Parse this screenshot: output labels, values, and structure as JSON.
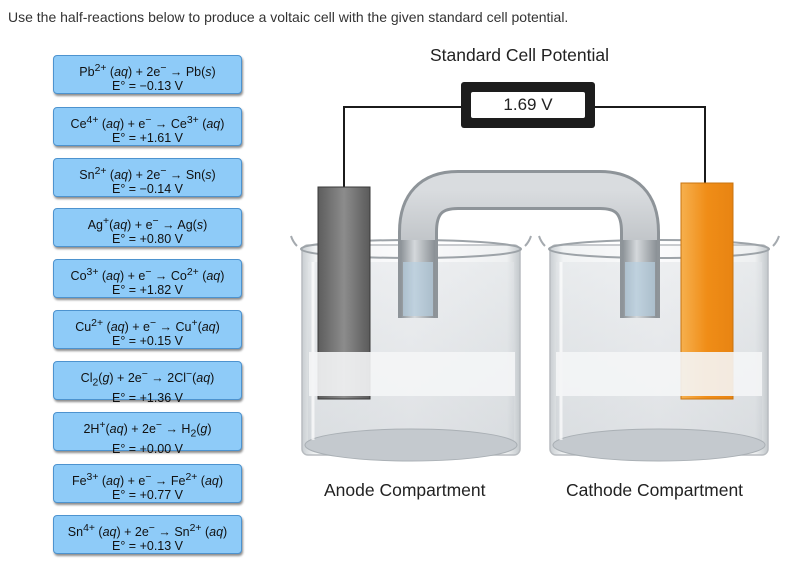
{
  "instructions": "Use the half-reactions below to produce a voltaic cell with the given standard cell potential.",
  "cell": {
    "title": "Standard Cell Potential",
    "voltage": "1.69 V",
    "anode_label": "Anode Compartment",
    "cathode_label": "Cathode Compartment"
  },
  "colors": {
    "card_fill": "#8ecbf8",
    "card_border": "#4d93cf",
    "anode_electrode": "#7a7a7a",
    "cathode_electrode": "#f39a2a",
    "voltmeter_body": "#1d1d1d"
  },
  "half_reactions": [
    {
      "html": "Pb<sup>2+</sup> (<i>aq</i>) + 2e<sup>&minus;</sup> &rarr; Pb(<i>s</i>)",
      "potential": "E° = −0.13 V"
    },
    {
      "html": "Ce<sup>4+</sup> (<i>aq</i>) + e<sup>&minus;</sup> &rarr; Ce<sup>3+</sup> (<i>aq</i>)",
      "potential": "E° = +1.61 V"
    },
    {
      "html": "Sn<sup>2+</sup> (<i>aq</i>) + 2e<sup>&minus;</sup> &rarr; Sn(<i>s</i>)",
      "potential": "E° = −0.14 V"
    },
    {
      "html": "Ag<sup>+</sup>(<i>aq</i>) + e<sup>&minus;</sup> &rarr; Ag(<i>s</i>)",
      "potential": "E° = +0.80 V"
    },
    {
      "html": "Co<sup>3+</sup> (<i>aq</i>) + e<sup>&minus;</sup> &rarr; Co<sup>2+</sup> (<i>aq</i>)",
      "potential": "E° = +1.82 V"
    },
    {
      "html": "Cu<sup>2+</sup> (<i>aq</i>) + e<sup>&minus;</sup> &rarr; Cu<sup>+</sup>(<i>aq</i>)",
      "potential": "E° = +0.15 V"
    },
    {
      "html": "Cl<sub>2</sub>(<i>g</i>) + 2e<sup>&minus;</sup> &rarr; 2Cl<sup>&minus;</sup>(<i>aq</i>)",
      "potential": "E° = +1.36 V"
    },
    {
      "html": "2H<sup>+</sup>(<i>aq</i>) + 2e<sup>&minus;</sup> &rarr; H<sub>2</sub>(<i>g</i>)",
      "potential": "E° = +0.00 V"
    },
    {
      "html": "Fe<sup>3+</sup> (<i>aq</i>) + e<sup>&minus;</sup> &rarr; Fe<sup>2+</sup> (<i>aq</i>)",
      "potential": "E° = +0.77 V"
    },
    {
      "html": "Sn<sup>4+</sup> (<i>aq</i>) + 2e<sup>&minus;</sup> &rarr; Sn<sup>2+</sup> (<i>aq</i>)",
      "potential": "E° = +0.13 V"
    }
  ]
}
